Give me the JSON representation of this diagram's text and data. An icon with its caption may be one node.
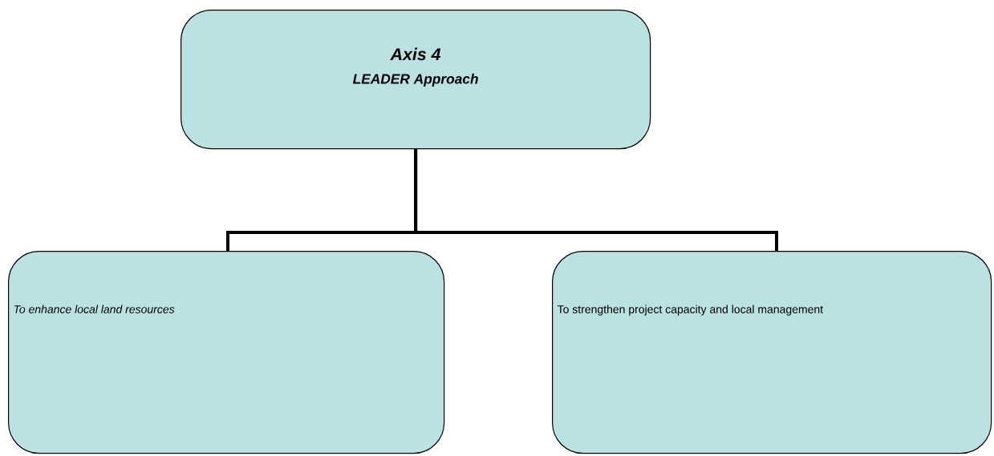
{
  "diagram": {
    "nodes": [
      {
        "text": [
          "Axis 4",
          "LEADER Approach"
        ]
      },
      {
        "text": [
          "To enhance local land resources"
        ]
      },
      {
        "text": [
          "To strengthen project capacity and local management"
        ]
      }
    ],
    "edges": [
      {
        "from": 0,
        "to": 1,
        "arrow": "none"
      },
      {
        "from": 0,
        "to": 2,
        "arrow": "none"
      }
    ]
  }
}
